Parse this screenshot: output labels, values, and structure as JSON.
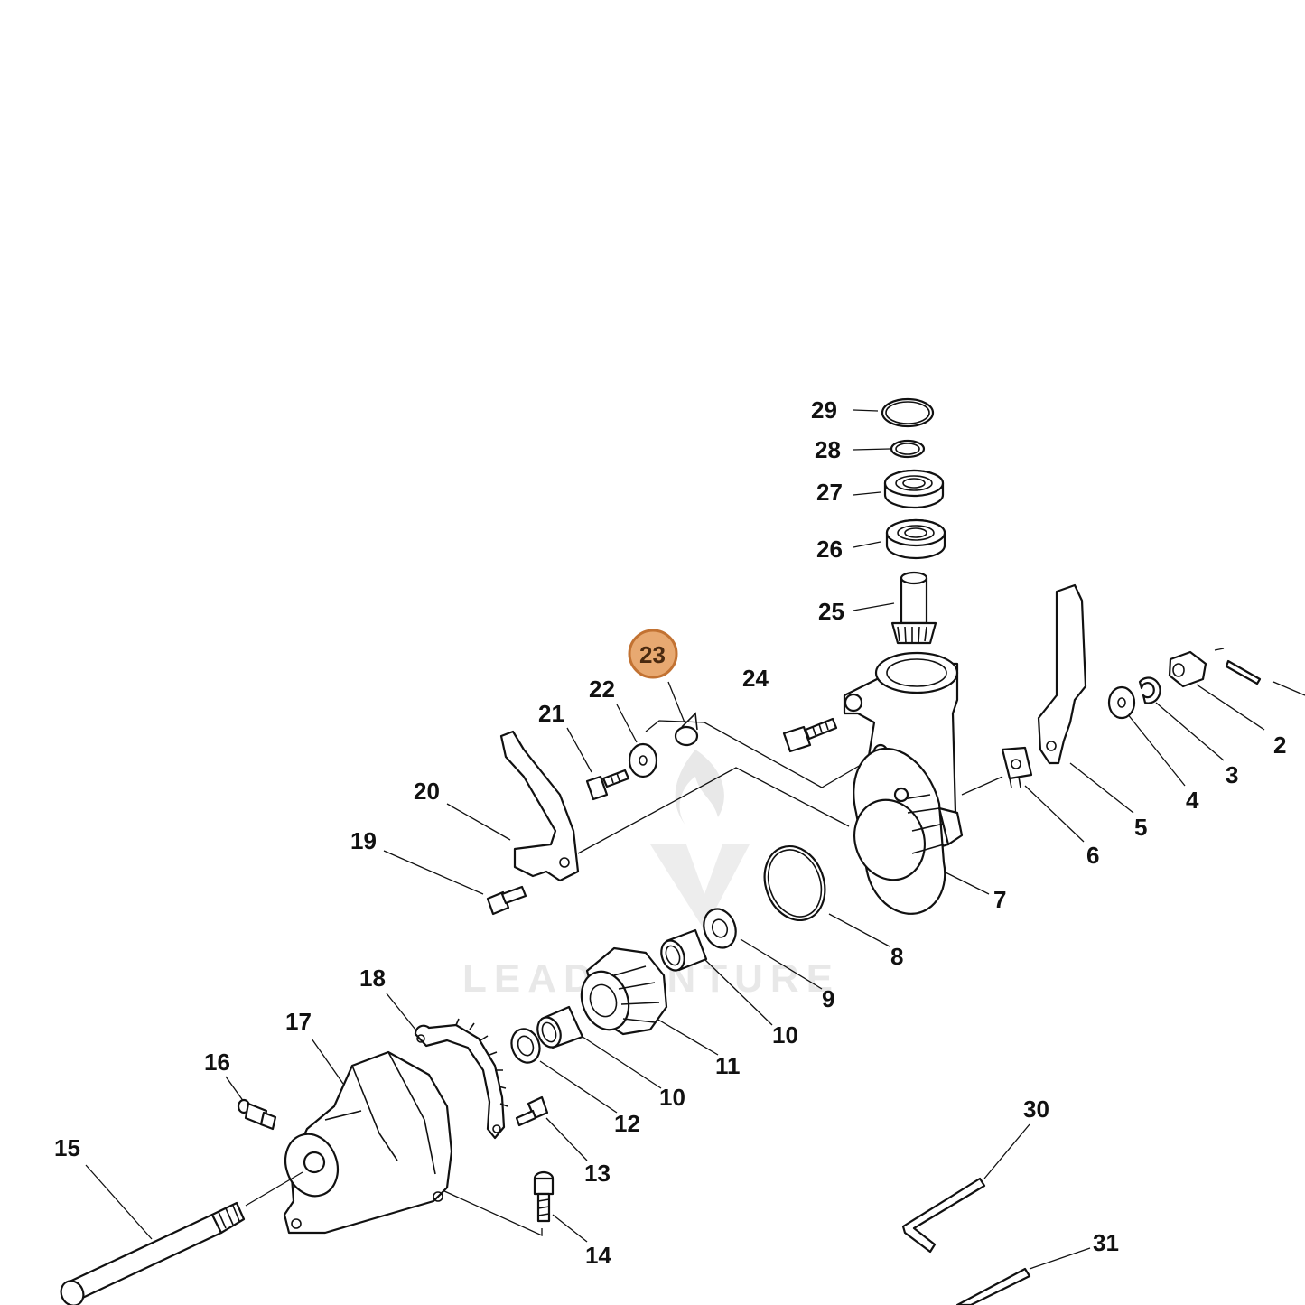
{
  "diagram": {
    "highlight_label": "23",
    "highlight_color": "#d4894a",
    "watermark_text": "LEADVENTURE",
    "watermark_color": "#e6e6e6",
    "callouts": [
      "2",
      "3",
      "4",
      "5",
      "6",
      "7",
      "8",
      "9",
      "10",
      "10",
      "11",
      "12",
      "13",
      "14",
      "15",
      "16",
      "17",
      "18",
      "19",
      "20",
      "21",
      "22",
      "23",
      "24",
      "25",
      "26",
      "27",
      "28",
      "29",
      "30",
      "31"
    ]
  }
}
